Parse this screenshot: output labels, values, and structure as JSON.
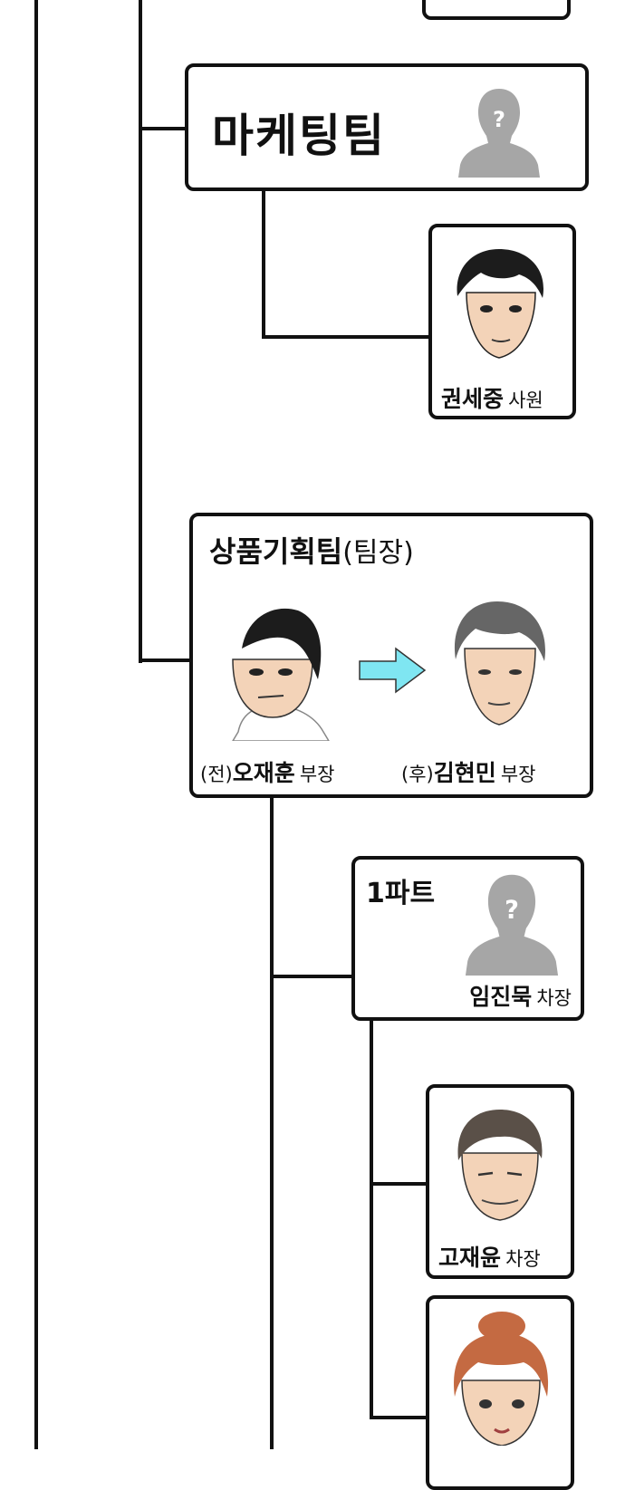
{
  "org_chart": {
    "top_partial": {
      "name": "",
      "rank": ""
    },
    "marketing_team": {
      "title": "마케팅팀",
      "head_placeholder": "?"
    },
    "marketing_member": {
      "name": "권세중",
      "rank": "사원"
    },
    "product_planning": {
      "title": "상품기획팀",
      "title_suffix": "(팀장)",
      "prev_tag": "(전)",
      "prev_name": "오재훈",
      "prev_rank": "부장",
      "next_tag": "(후)",
      "next_name": "김현민",
      "next_rank": "부장"
    },
    "part1": {
      "title": "1파트",
      "head_placeholder": "?",
      "leader_name": "임진묵",
      "leader_rank": "차장"
    },
    "part1_member1": {
      "name": "고재윤",
      "rank": "차장"
    },
    "part1_member2": {
      "name": "",
      "rank": ""
    }
  },
  "colors": {
    "line": "#111111",
    "silhouette": "#a6a6a6",
    "arrow": "#7fe6f2",
    "skin": "#f3d3b8",
    "hair_dark": "#1c1c1c",
    "hair_grey": "#666666",
    "hair_auburn": "#c46a42"
  }
}
